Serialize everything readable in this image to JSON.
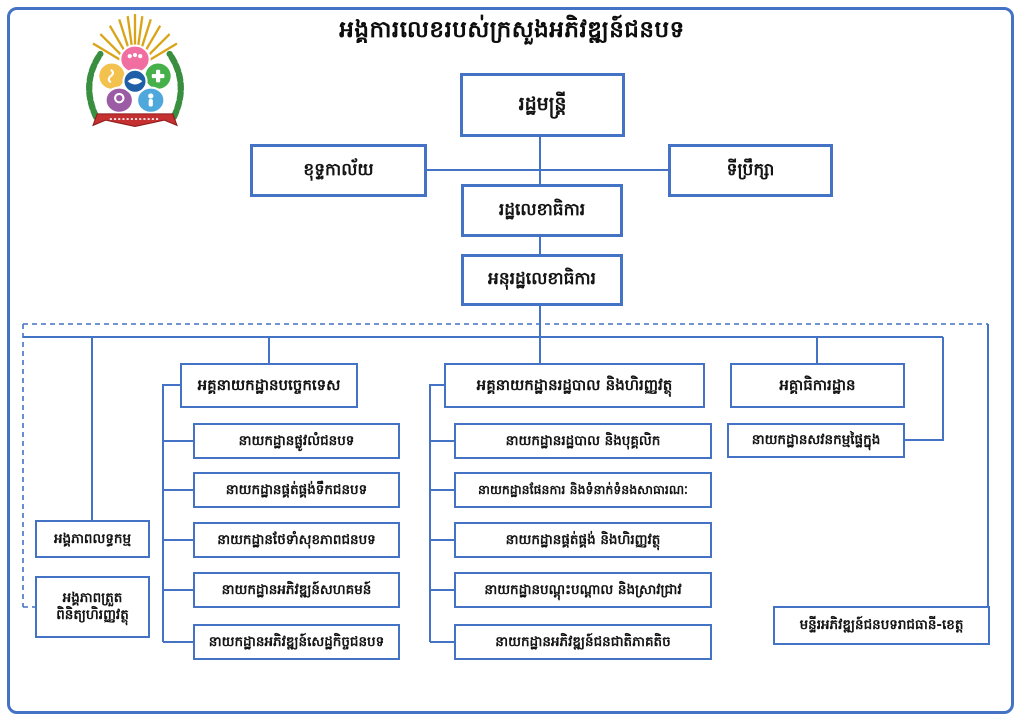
{
  "page": {
    "title": "អង្គការលេខរបស់ក្រសួងអភិវឌ្ឍន៍ជនបទ"
  },
  "logo": {
    "name": "ministry-of-rural-development-seal"
  },
  "top": {
    "minister": "រដ្ឋមន្ត្រី",
    "cabinet": "ខុទ្ទកាល័យ",
    "advisor": "ទីប្រឹក្សា",
    "secretary": "រដ្ឋលេខាធិការ",
    "under_secretary": "អនុរដ្ឋលេខាធិការ"
  },
  "columns": {
    "technical": {
      "header": "អគ្គនាយកដ្ឋានបច្ចេកទេស",
      "departments": [
        "នាយកដ្ឋានផ្លូវលំជនបទ",
        "នាយកដ្ឋានផ្គត់ផ្គង់ទឹកជនបទ",
        "នាយកដ្ឋានថែទាំសុខភាពជនបទ",
        "នាយកដ្ឋានអភិវឌ្ឍន៍សហគមន៍",
        "នាយកដ្ឋានអភិវឌ្ឍន៍សេដ្ឋកិច្ចជនបទ"
      ]
    },
    "admin_finance": {
      "header": "អគ្គនាយកដ្ឋានរដ្ឋបាល និងហិរញ្ញវត្ថុ",
      "departments": [
        "នាយកដ្ឋានរដ្ឋបាល និងបុគ្គលិក",
        "នាយកដ្ឋានផែនការ និងទំនាក់ទំនងសាធារណៈ",
        "នាយកដ្ឋានផ្គត់ផ្គង់ និងហិរញ្ញវត្ថុ",
        "នាយកដ្ឋានបណ្ដុះបណ្ដាល និងស្រាវជ្រាវ",
        "នាយកដ្ឋានអភិវឌ្ឍន៍ជនជាតិភាគតិច"
      ]
    },
    "inspectorate": {
      "header": "អគ្គាធិការដ្ឋាន",
      "departments": [
        "នាយកដ្ឋានសវនកម្មផ្ទៃក្នុង"
      ]
    }
  },
  "units": [
    "អង្គភាពលទ្ធកម្ម",
    "អង្គភាពត្រួតពិនិត្យហិរញ្ញវត្ថុ"
  ],
  "provincial": "មន្ទីរអភិវឌ្ឍន៍ជនបទរាជធានី-ខេត្ត",
  "colors": {
    "line_blue": "#4472C4",
    "border_blue": "#4472C4",
    "ray_gold": "#D9A418",
    "wreath_green": "#3A8E3F",
    "banner_red": "#C53030",
    "petal_pink": "#F06FA0",
    "petal_yellow": "#F2C14E",
    "petal_green": "#46B04A",
    "petal_purple": "#9C5BA5",
    "petal_blue": "#4FA8DC",
    "center_blue": "#1F5FA8",
    "text": "#111111"
  }
}
